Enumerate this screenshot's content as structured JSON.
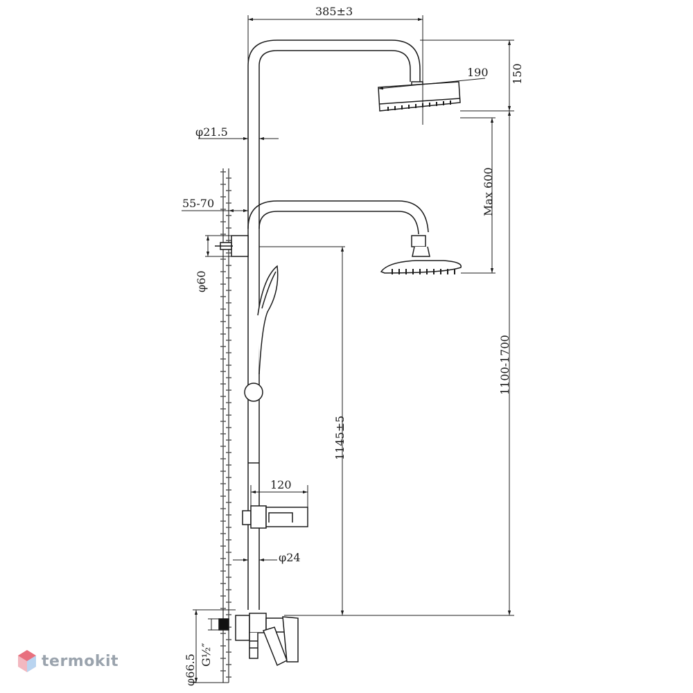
{
  "dimensions": {
    "top_width": "385±3",
    "head_diameter": "190",
    "head_height": "150",
    "pipe_diameter": "φ21.5",
    "wall_offset": "55-70",
    "max_slide": "Max 600",
    "bracket_diameter": "φ60",
    "total_height": "1100-1700",
    "outlet_height": "1145±5",
    "shelf_width": "120",
    "rail_diameter": "φ24",
    "flange_diameter": "φ66.5",
    "thread": "G½″"
  },
  "watermark": {
    "brand": "termokit"
  },
  "colors": {
    "line": "#1a1a1a",
    "wall": "#555555",
    "logo": "#9aa3ad"
  }
}
